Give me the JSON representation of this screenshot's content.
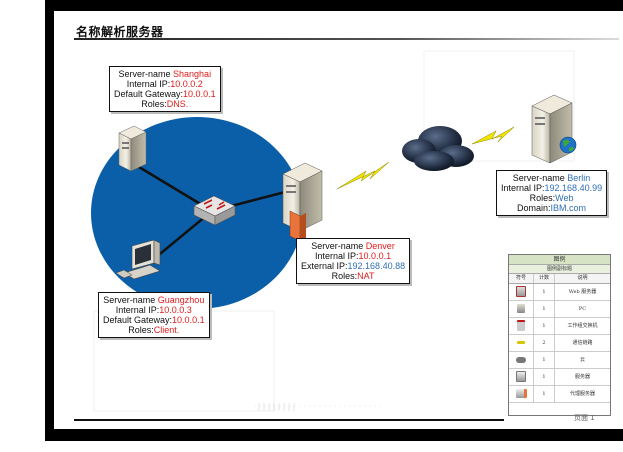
{
  "page": {
    "title": "名称解析服务器",
    "page_number": "页面 1"
  },
  "servers": {
    "shanghai": {
      "name_prefix": "Server-name ",
      "name": "Shanghai",
      "ip_prefix": "Internal IP:",
      "ip": "10.0.0.2",
      "gw_prefix": "Default Gateway:",
      "gw": "10.0.0.1",
      "roles_prefix": "Roles:",
      "roles": "DNS."
    },
    "guangzhou": {
      "name_prefix": "Server-name ",
      "name": "Guangzhou",
      "ip_prefix": "Internal IP:",
      "ip": "10.0.0.3",
      "gw_prefix": "Default Gateway:",
      "gw": "10.0.0.1",
      "roles_prefix": "Roles:",
      "roles": "Client."
    },
    "denver": {
      "name_prefix": "Server-name ",
      "name": "Denver",
      "ip_prefix": "Internal IP:",
      "ip": "10.0.0.1",
      "ext_prefix": "External IP:",
      "ext": "192.168.40.88",
      "roles_prefix": "Roles:",
      "roles": "NAT"
    },
    "berlin": {
      "name_prefix": "Server-name ",
      "name": "Berlin",
      "ip_prefix": "Internal IP:",
      "ip": "192.168.40.99",
      "roles_prefix": "Roles:",
      "roles": "Web",
      "domain_prefix": "Domain:",
      "domain": "IBM.com"
    }
  },
  "legend": {
    "title": "图例",
    "subtitle": "图例副标题",
    "headers": [
      "符号",
      "计数",
      "说明"
    ],
    "rows": [
      {
        "icon": "web-server-icon",
        "count": "1",
        "desc": "Web 服务器"
      },
      {
        "icon": "pc-icon",
        "count": "1",
        "desc": "PC"
      },
      {
        "icon": "workgroup-switch-icon",
        "count": "1",
        "desc": "工作组交换机"
      },
      {
        "icon": "comm-link-icon",
        "count": "2",
        "desc": "通信链路"
      },
      {
        "icon": "cloud-icon",
        "count": "1",
        "desc": "云"
      },
      {
        "icon": "server-icon",
        "count": "1",
        "desc": "服务器"
      },
      {
        "icon": "proxy-server-icon",
        "count": "1",
        "desc": "代理服务器"
      }
    ]
  },
  "colors": {
    "network": "#0a5fa8",
    "highlight": "#e01b1b",
    "value": "#2f6fb7",
    "lightning": "#f2e600"
  }
}
